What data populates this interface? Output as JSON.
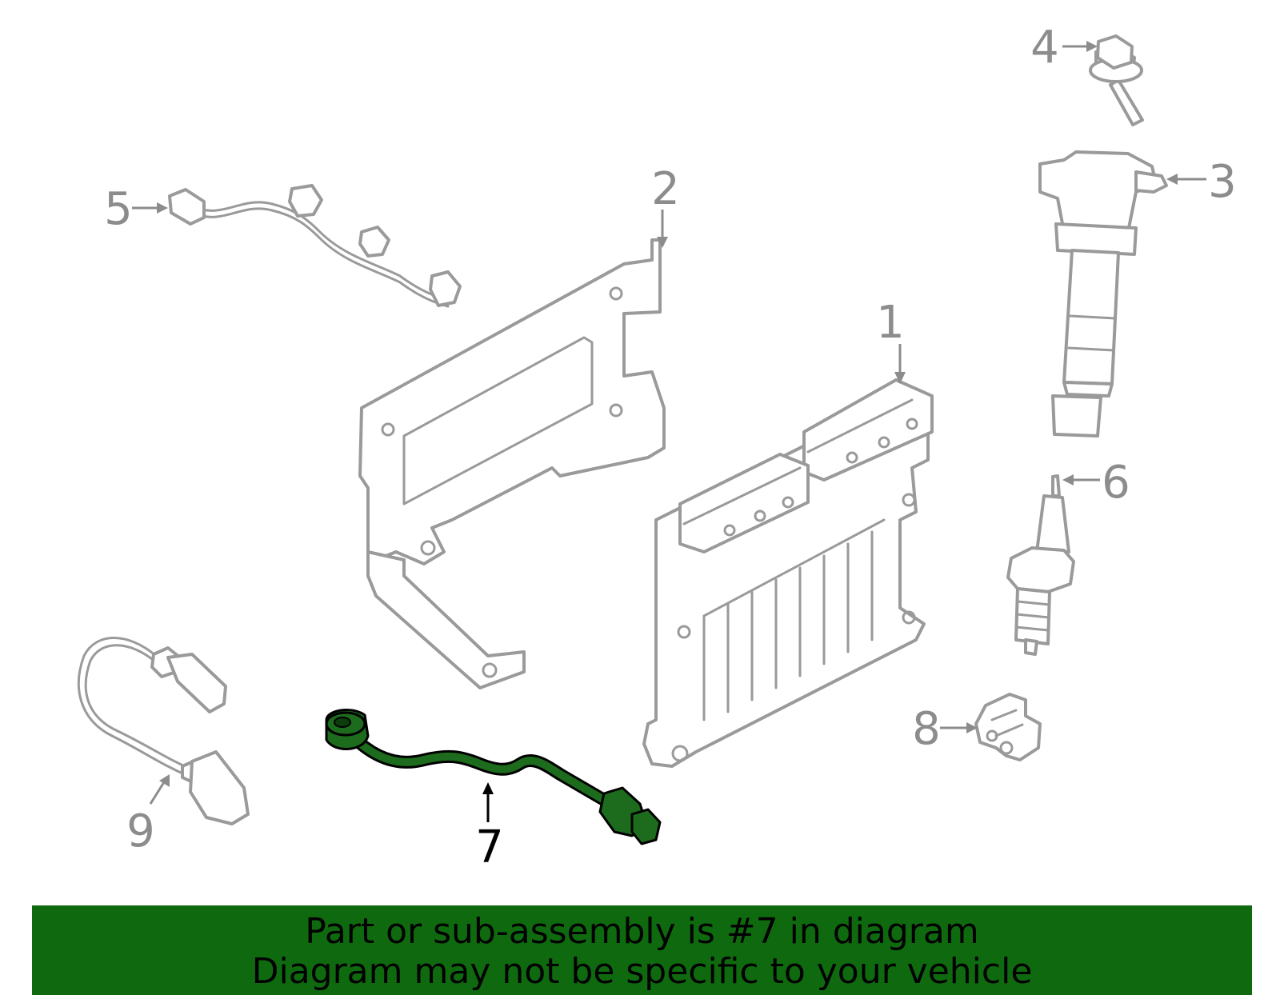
{
  "diagram": {
    "highlight_color": "#1d6b1d",
    "outline_color": "#9a9a9a",
    "callouts": [
      {
        "number": "1",
        "highlighted": false
      },
      {
        "number": "2",
        "highlighted": false
      },
      {
        "number": "3",
        "highlighted": false
      },
      {
        "number": "4",
        "highlighted": false
      },
      {
        "number": "5",
        "highlighted": false
      },
      {
        "number": "6",
        "highlighted": false
      },
      {
        "number": "7",
        "highlighted": true
      },
      {
        "number": "8",
        "highlighted": false
      },
      {
        "number": "9",
        "highlighted": false
      }
    ]
  },
  "banner": {
    "line1": "Part or sub-assembly is #7 in diagram",
    "line2": "Diagram may not be specific to your vehicle",
    "background": "#0f6a0f"
  }
}
